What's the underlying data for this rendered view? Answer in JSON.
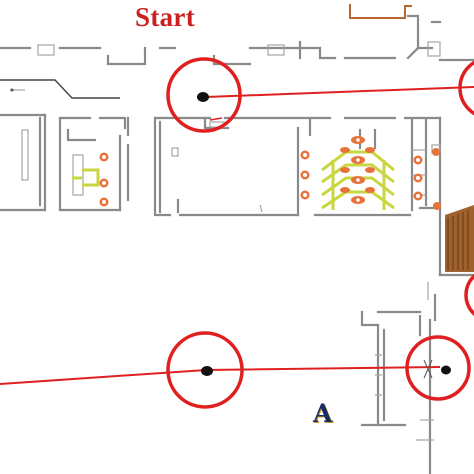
{
  "diagram": {
    "title": "Start",
    "label_a": "A",
    "colors": {
      "route": "#e02020",
      "title": "#cc1f1f",
      "label_a": "#1a2a66",
      "label_a_accent": "#c9a227",
      "wall": "#8a8a8a",
      "fixture_orange": "#e8733a",
      "fixture_yellow": "#c8d640",
      "stair_wood": "#a0622d",
      "marker": "#111111"
    },
    "waypoints": [
      {
        "id": "wp-start"
      },
      {
        "id": "wp-right-top"
      },
      {
        "id": "wp-right-mid"
      },
      {
        "id": "wp-bottom-left"
      },
      {
        "id": "wp-bottom-right"
      }
    ]
  }
}
